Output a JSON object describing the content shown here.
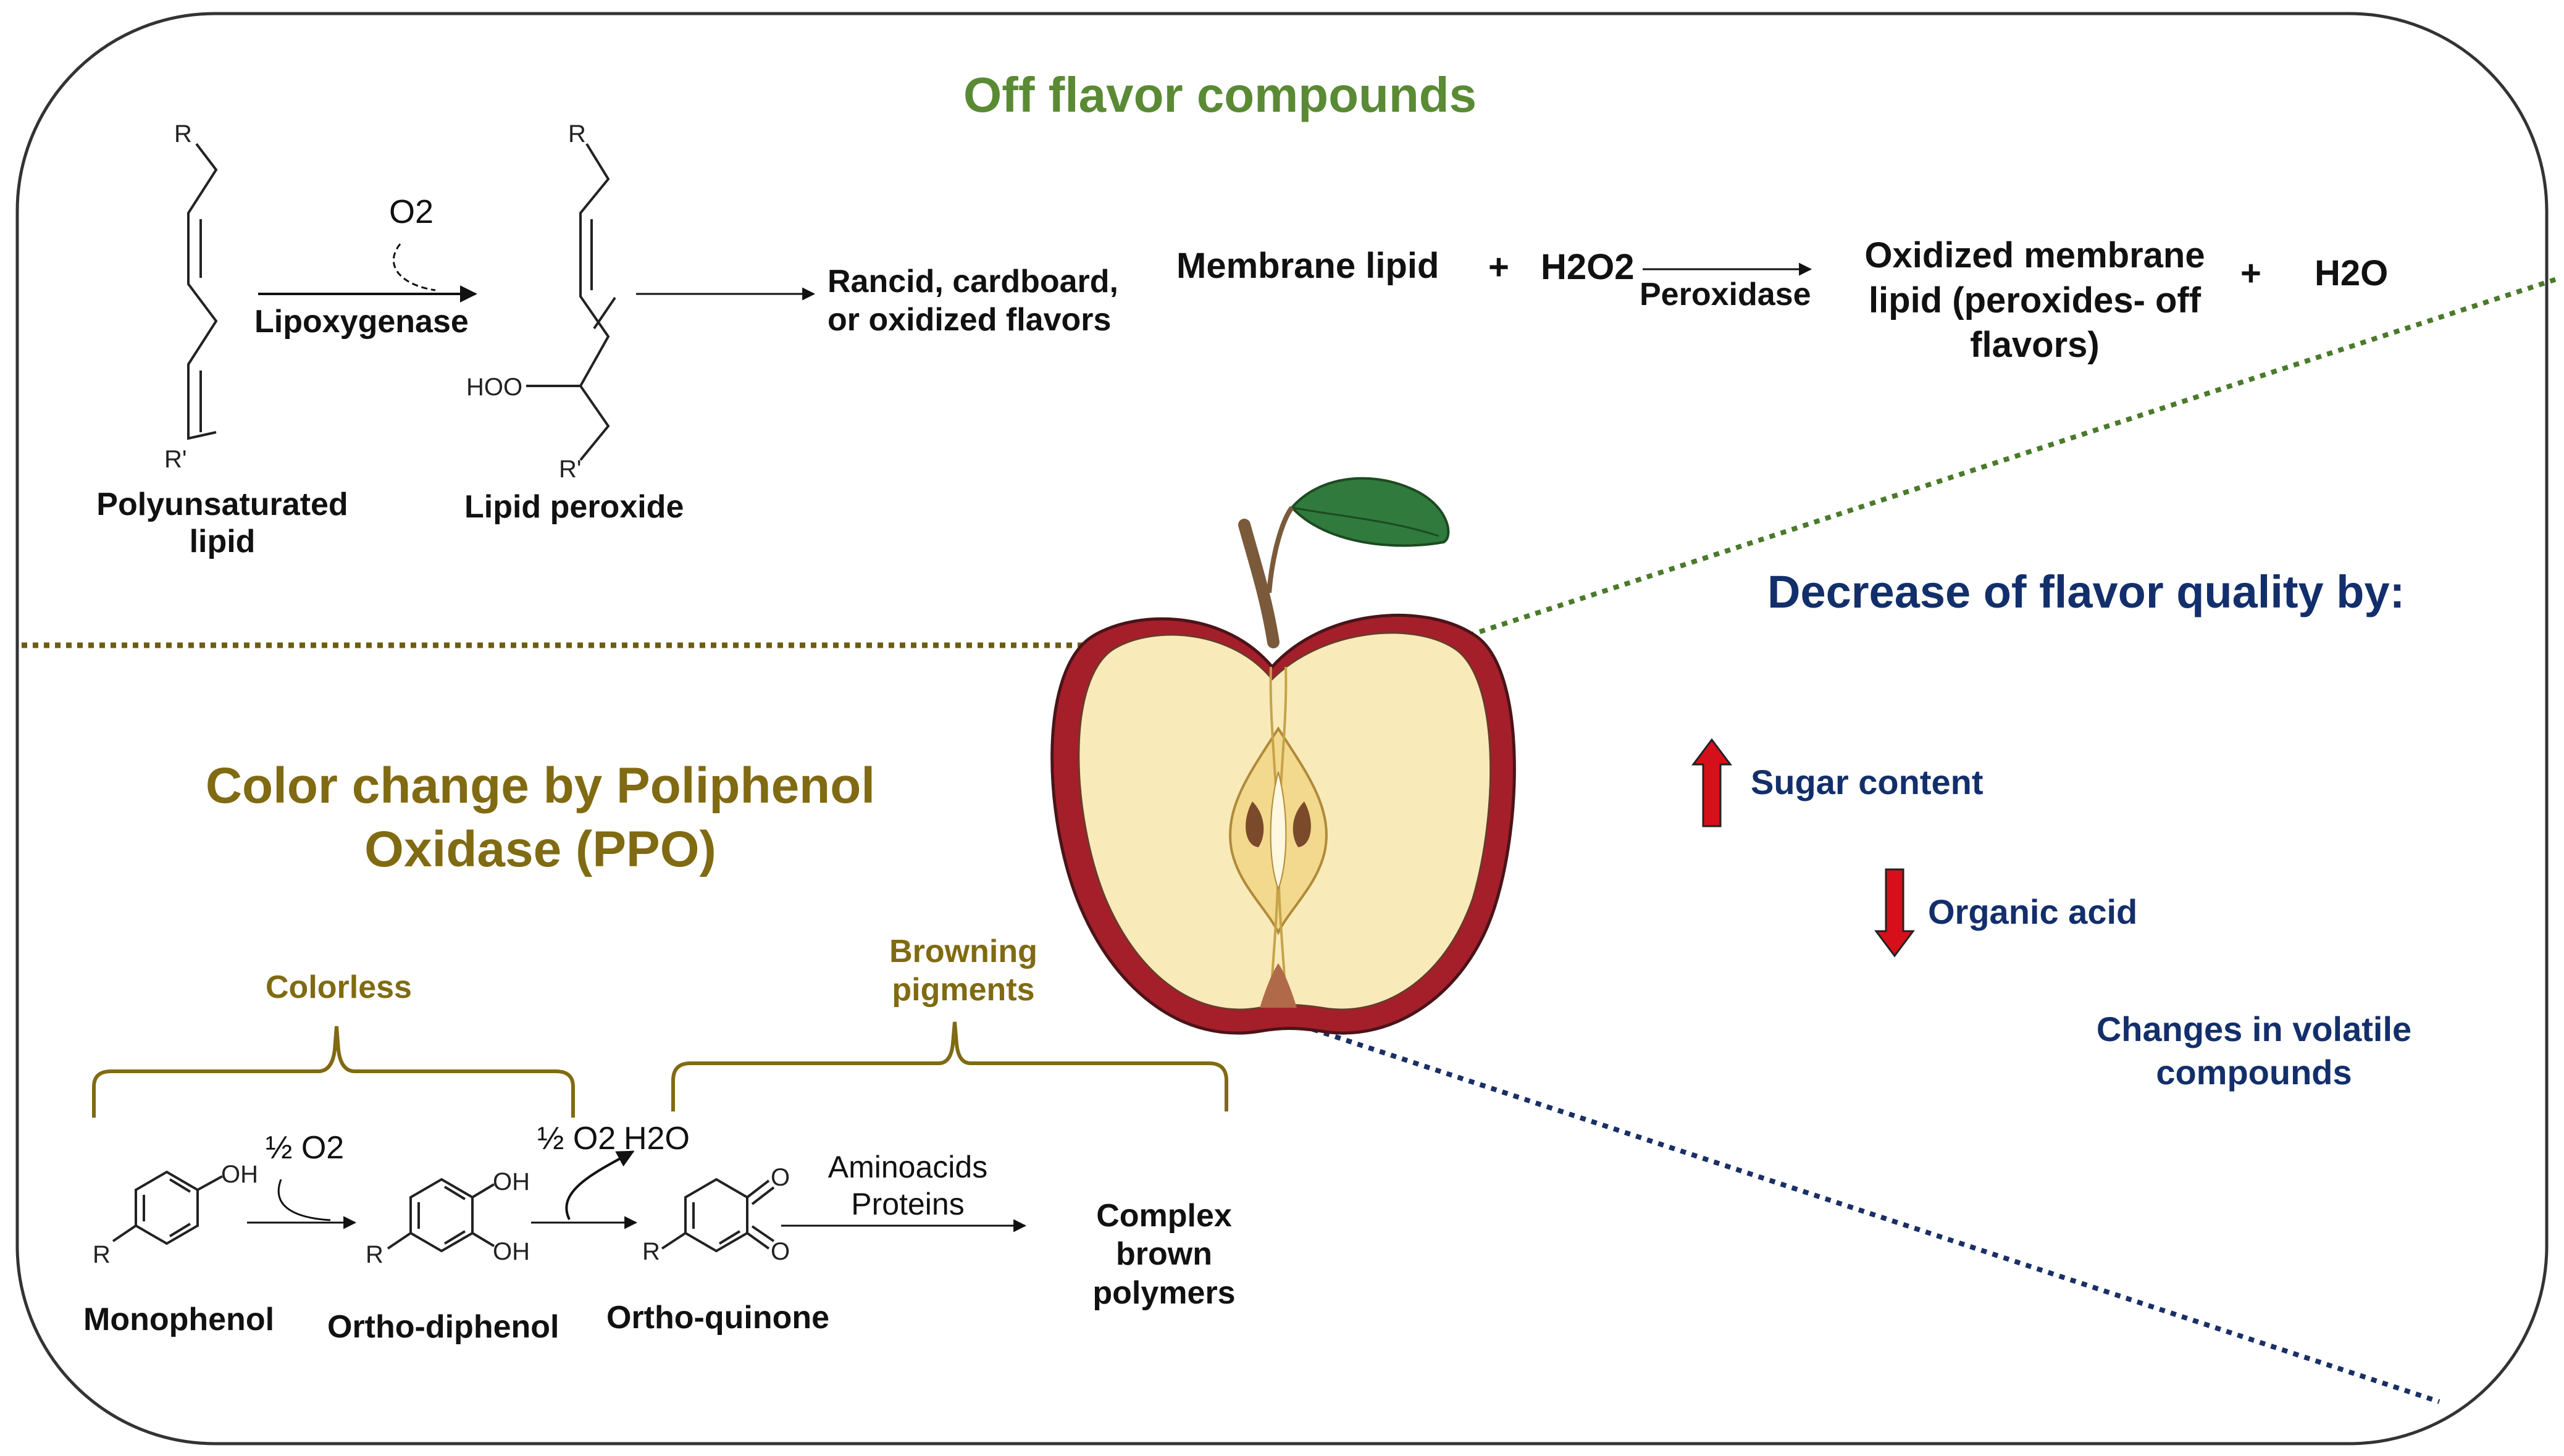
{
  "off_flavor": {
    "title": "Off flavor compounds",
    "lipoxygenase_reaction": {
      "oxygen": "O2",
      "enzyme": "Lipoxygenase",
      "substrate": "Polyunsaturated lipid",
      "product": "Lipid peroxide",
      "result": "Rancid, cardboard, or oxidized flavors",
      "atoms": {
        "r": "R",
        "r_prime": "R'",
        "hoo": "HOO"
      }
    },
    "peroxidase_reaction": {
      "reactant_1": "Membrane lipid",
      "plus": "+",
      "reactant_2": "H2O2",
      "enzyme": "Peroxidase",
      "product_1": "Oxidized membrane lipid (peroxides- off flavors)",
      "product_2": "H2O"
    }
  },
  "color_change": {
    "title": "Color change by Poliphenol Oxidase (PPO)",
    "colorless_label": "Colorless",
    "browning_label": "Browning pigments",
    "step1_oxygen": "½ O2",
    "step2_oxygen": "½ O2",
    "step2_water": "H2O",
    "step3_agents": "Aminoacids Proteins",
    "compounds": [
      "Monophenol",
      "Ortho-diphenol",
      "Ortho-quinone",
      "Complex brown polymers"
    ],
    "atoms": {
      "oh": "OH",
      "o": "O",
      "r": "R"
    }
  },
  "flavor_quality": {
    "title": "Decrease of flavor quality by:",
    "sugar": "Sugar content",
    "acid": "Organic acid",
    "volatile": "Changes in volatile compounds",
    "sugar_trend": "up",
    "acid_trend": "down"
  },
  "colors": {
    "green_title": "#5a8a34",
    "olive_title": "#806a12",
    "navy_title": "#132f6b",
    "arrow_red": "#d5101a",
    "apple_red": "#a51f2b",
    "apple_flesh": "#f9eab9",
    "leaf": "#2f7a3c"
  },
  "icons": [
    "apple-illustration",
    "leaf-icon",
    "up-arrow-icon",
    "down-arrow-icon"
  ]
}
